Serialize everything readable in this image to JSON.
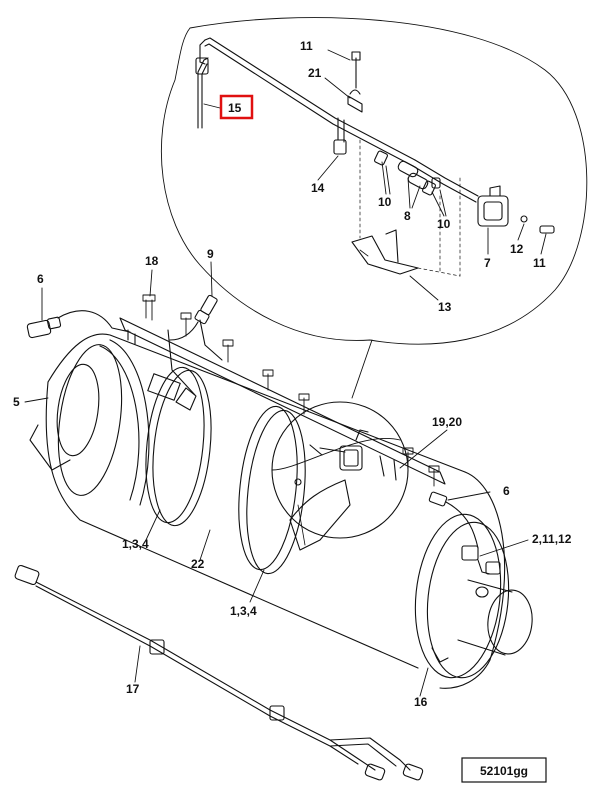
{
  "diagram": {
    "figure_id": "52101gg",
    "highlight_color": "#e01010",
    "callouts": {
      "c15": "15",
      "c11a": "11",
      "c21": "21",
      "c14": "14",
      "c10a": "10",
      "c8": "8",
      "c10b": "10",
      "c7": "7",
      "c12": "12",
      "c11b": "11",
      "c13": "13",
      "c6a": "6",
      "c18": "18",
      "c9": "9",
      "c5": "5",
      "c1920": "19,20",
      "c6b": "6",
      "c21112": "2,11,12",
      "c134a": "1,3,4",
      "c22": "22",
      "c134b": "1,3,4",
      "c16": "16",
      "c17": "17"
    }
  }
}
